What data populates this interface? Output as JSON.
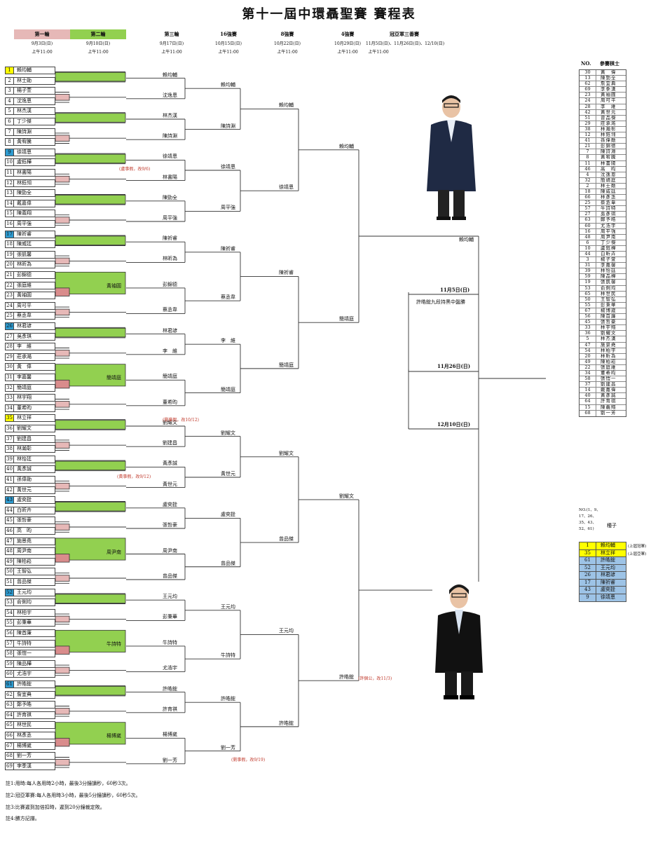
{
  "title": "第十一屆中環聶聖賽 賽程表",
  "headers": {
    "r1": {
      "label": "第一輪",
      "date": "9月3日(日)",
      "time": "上午11:00"
    },
    "r2": {
      "label": "第二輪",
      "date": "9月10日(日)",
      "time": "上午11:00"
    },
    "r3": {
      "label": "第三輪",
      "date": "9月17日(日)",
      "time": "上午11:00"
    },
    "r4": {
      "label": "16強賽",
      "date": "10月15日(日)",
      "time": "上午11:00"
    },
    "r5": {
      "label": "8強賽",
      "date": "10月22日(日)",
      "time": "上午11:00"
    },
    "r6": {
      "label": "4強賽",
      "date": "10月29日(日)",
      "time": "上午11:00"
    },
    "r7": {
      "label": "冠亞軍三番賽",
      "date": "11月5日(日)、11月26日(日)、12/10(日)",
      "time": "上午11:00"
    }
  },
  "players": [
    {
      "num": "1",
      "name": "賴均輔",
      "hl": "yellow"
    },
    {
      "num": "2",
      "name": "林士勛"
    },
    {
      "num": "3",
      "name": "楊子萱"
    },
    {
      "num": "4",
      "name": "沈逸恩"
    },
    {
      "num": "5",
      "name": "林杰漢"
    },
    {
      "num": "6",
      "name": "丁少傑"
    },
    {
      "num": "7",
      "name": "陳詩淵"
    },
    {
      "num": "8",
      "name": "黃宥騰"
    },
    {
      "num": "9",
      "name": "徐靖恩",
      "hl": "blue"
    },
    {
      "num": "10",
      "name": "盧鈺樺"
    },
    {
      "num": "11",
      "name": "林書陽"
    },
    {
      "num": "12",
      "name": "林鈺翎"
    },
    {
      "num": "13",
      "name": "陳勁全"
    },
    {
      "num": "14",
      "name": "戴嘉偉"
    },
    {
      "num": "15",
      "name": "陳義翔"
    },
    {
      "num": "16",
      "name": "周平強"
    },
    {
      "num": "17",
      "name": "陳祈睿",
      "hl": "blue"
    },
    {
      "num": "18",
      "name": "陳威廷"
    },
    {
      "num": "19",
      "name": "張凱馨"
    },
    {
      "num": "20",
      "name": "林昕為"
    },
    {
      "num": "21",
      "name": "彭錦德"
    },
    {
      "num": "22",
      "name": "張庭維"
    },
    {
      "num": "23",
      "name": "黃袖圓"
    },
    {
      "num": "24",
      "name": "周可平"
    },
    {
      "num": "25",
      "name": "蔡丞韋"
    },
    {
      "num": "26",
      "name": "林君諺",
      "hl": "blue"
    },
    {
      "num": "27",
      "name": "吳彥琪"
    },
    {
      "num": "28",
      "name": "李　維"
    },
    {
      "num": "29",
      "name": "莊承澔"
    },
    {
      "num": "30",
      "name": "黃　偉"
    },
    {
      "num": "31",
      "name": "李嘉馨"
    },
    {
      "num": "32",
      "name": "簡靖庭"
    },
    {
      "num": "33",
      "name": "林宇翔"
    },
    {
      "num": "34",
      "name": "董希昀"
    },
    {
      "num": "35",
      "name": "林立祥",
      "hl": "yellow"
    },
    {
      "num": "36",
      "name": "劉耀文"
    },
    {
      "num": "37",
      "name": "劉建昌"
    },
    {
      "num": "38",
      "name": "林瀚彰"
    },
    {
      "num": "39",
      "name": "林怡廷"
    },
    {
      "num": "40",
      "name": "黃彥誠"
    },
    {
      "num": "41",
      "name": "孫偉勛"
    },
    {
      "num": "42",
      "name": "黃世元"
    },
    {
      "num": "43",
      "name": "盧奕銓",
      "hl": "blue"
    },
    {
      "num": "44",
      "name": "白昕卉"
    },
    {
      "num": "45",
      "name": "張哲豪"
    },
    {
      "num": "46",
      "name": "高　昀"
    },
    {
      "num": "47",
      "name": "施景堯"
    },
    {
      "num": "48",
      "name": "周尹南"
    },
    {
      "num": "49",
      "name": "陳柏崧"
    },
    {
      "num": "50",
      "name": "王智弘"
    },
    {
      "num": "51",
      "name": "曾品傑"
    },
    {
      "num": "52",
      "name": "王元均",
      "hl": "blue"
    },
    {
      "num": "53",
      "name": "俞俐均"
    },
    {
      "num": "54",
      "name": "林柏宇"
    },
    {
      "num": "55",
      "name": "彭秉華"
    },
    {
      "num": "56",
      "name": "陳首廉"
    },
    {
      "num": "57",
      "name": "牛詩特"
    },
    {
      "num": "58",
      "name": "張愷一"
    },
    {
      "num": "59",
      "name": "陳品樺"
    },
    {
      "num": "60",
      "name": "尤浩宇"
    },
    {
      "num": "61",
      "name": "許皓鋐",
      "hl": "blue"
    },
    {
      "num": "62",
      "name": "詹宜典"
    },
    {
      "num": "63",
      "name": "鄭予皓"
    },
    {
      "num": "64",
      "name": "許育祺"
    },
    {
      "num": "65",
      "name": "林世民"
    },
    {
      "num": "66",
      "name": "林彥丞"
    },
    {
      "num": "67",
      "name": "楊博崴"
    },
    {
      "num": "68",
      "name": "劉一芳"
    },
    {
      "num": "69",
      "name": "李季漢"
    }
  ],
  "round2_winners": [
    "黃袖圓",
    "簡靖庭",
    "周尹南",
    "牛詩特",
    "楊博崴"
  ],
  "round3_entrants": [
    "賴均輔",
    "沈逸恩",
    "林杰漢",
    "陳詩淵",
    "徐靖恩",
    "林書陽",
    "陳勁全",
    "周平強",
    "陳祈睿",
    "林昕為",
    "彭錦德",
    "蔡丞韋",
    "林君諺",
    "李　維",
    "簡靖庭",
    "董希昀",
    "劉耀文",
    "劉建昌",
    "黃彥誠",
    "黃世元",
    "盧奕銓",
    "張哲豪",
    "周尹南",
    "曾品傑",
    "王元均",
    "彭秉華",
    "牛詩特",
    "尤浩宇",
    "許皓鋐",
    "許育祺",
    "楊博崴",
    "劉一芳"
  ],
  "r16_winners": [
    "賴均輔",
    "陳詩淵",
    "徐靖恩",
    "周平強",
    "陳祈睿",
    "蔡丞韋",
    "李　維",
    "簡靖庭",
    "劉耀文",
    "黃世元",
    "盧奕銓",
    "曾品傑",
    "王元均",
    "牛詩特",
    "許皓鋐",
    "劉一芳"
  ],
  "qf_winners": [
    "賴均輔",
    "徐靖恩",
    "陳祈睿",
    "簡靖庭",
    "劉耀文",
    "曾品傑",
    "王元均",
    "許皓鋐"
  ],
  "sf_winners": [
    "賴均輔",
    "簡靖庭",
    "劉耀文",
    "許皓鋐"
  ],
  "finalists": [
    "賴均輔",
    "許皓鋐"
  ],
  "final_games": [
    {
      "date": "11月5日(日)",
      "result": "許皓鋐九段持黑中盤勝"
    },
    {
      "date": "11月26日(日)",
      "result": ""
    },
    {
      "date": "12月10日(日)",
      "result": ""
    }
  ],
  "notes_red": [
    "(盧事假，改9/6)",
    "(劉棄假，改10/12)",
    "(黃事假，改9/12)",
    "(許個公，改11/3)",
    "(劉事假，改9/19)"
  ],
  "roster_header": {
    "no": "NO.",
    "name": "參賽棋士"
  },
  "roster": [
    [
      "30",
      "黃　偉"
    ],
    [
      "13",
      "陳勁全"
    ],
    [
      "62",
      "詹宜典"
    ],
    [
      "69",
      "李季漢"
    ],
    [
      "23",
      "黃袖圓"
    ],
    [
      "24",
      "周可平"
    ],
    [
      "28",
      "李　維"
    ],
    [
      "42",
      "黃世元"
    ],
    [
      "51",
      "曾品傑"
    ],
    [
      "29",
      "莊承澔"
    ],
    [
      "38",
      "林瀚彰"
    ],
    [
      "12",
      "林鈺翎"
    ],
    [
      "41",
      "孫偉勛"
    ],
    [
      "21",
      "彭錦德"
    ],
    [
      "7",
      "陳詩淵"
    ],
    [
      "8",
      "黃宥騰"
    ],
    [
      "11",
      "林書陽"
    ],
    [
      "46",
      "高　昀"
    ],
    [
      "4",
      "沈逸恩"
    ],
    [
      "32",
      "簡靖庭"
    ],
    [
      "2",
      "林士勛"
    ],
    [
      "18",
      "陳威廷"
    ],
    [
      "66",
      "林彥丞"
    ],
    [
      "25",
      "蔡丞韋"
    ],
    [
      "57",
      "牛詩特"
    ],
    [
      "27",
      "吳彥琪"
    ],
    [
      "63",
      "鄭予皓"
    ],
    [
      "60",
      "尤浩宇"
    ],
    [
      "16",
      "周平強"
    ],
    [
      "48",
      "周尹南"
    ],
    [
      "6",
      "丁少傑"
    ],
    [
      "10",
      "盧鈺樺"
    ],
    [
      "44",
      "白昕卉"
    ],
    [
      "3",
      "楊子萱"
    ],
    [
      "31",
      "李嘉馨"
    ],
    [
      "39",
      "林怡廷"
    ],
    [
      "59",
      "陳品樺"
    ],
    [
      "19",
      "張凱馨"
    ],
    [
      "53",
      "俞俐均"
    ],
    [
      "65",
      "林世民"
    ],
    [
      "50",
      "王智弘"
    ],
    [
      "55",
      "彭秉華"
    ],
    [
      "67",
      "楊博崴"
    ],
    [
      "56",
      "陳首廉"
    ],
    [
      "45",
      "張哲豪"
    ],
    [
      "33",
      "林宇翔"
    ],
    [
      "36",
      "劉耀文"
    ],
    [
      "5",
      "林杰漢"
    ],
    [
      "47",
      "施景堯"
    ],
    [
      "54",
      "林柏宇"
    ],
    [
      "20",
      "林昕為"
    ],
    [
      "49",
      "陳柏崧"
    ],
    [
      "22",
      "張庭維"
    ],
    [
      "34",
      "董希昀"
    ],
    [
      "58",
      "張愷一"
    ],
    [
      "37",
      "劉建昌"
    ],
    [
      "14",
      "戴嘉偉"
    ],
    [
      "40",
      "黃彥誠"
    ],
    [
      "64",
      "許育祺"
    ],
    [
      "15",
      "陳義翔"
    ],
    [
      "68",
      "劉一芳"
    ]
  ],
  "seed_note": {
    "nums": "NO.(1、9、17、26、35、43、52、61)",
    "label": "種子"
  },
  "seeds": [
    {
      "num": "1",
      "name": "賴均輔",
      "note": "(上屆冠軍)",
      "hl": "yellow"
    },
    {
      "num": "35",
      "name": "林立祥",
      "note": "(上屆亞軍)",
      "hl": "yellow"
    },
    {
      "num": "61",
      "name": "許皓鋐",
      "note": "",
      "hl": "blue"
    },
    {
      "num": "52",
      "name": "王元均",
      "note": "",
      "hl": "blue"
    },
    {
      "num": "26",
      "name": "林君諺",
      "note": "",
      "hl": "blue"
    },
    {
      "num": "17",
      "name": "陳祈睿",
      "note": "",
      "hl": "blue"
    },
    {
      "num": "43",
      "name": "盧奕銓",
      "note": "",
      "hl": "blue"
    },
    {
      "num": "9",
      "name": "徐靖恩",
      "note": "",
      "hl": "blue"
    }
  ],
  "footnotes": [
    "註1:用時:每人各用時2小時，最後3分鐘讀秒，60秒3次。",
    "註2:冠亞軍賽:每人各用時3小時，最後5分鐘讀秒，60秒5次。",
    "註3:比賽遲到加倍扣時，遲到20分鐘裁定敗。",
    "註4:勝方記譜。"
  ],
  "colors": {
    "r1": "#e6b8b7",
    "r2": "#92d050",
    "yellow": "#ffff00",
    "blue": "#2e9bd0",
    "note": "#c0392b"
  }
}
